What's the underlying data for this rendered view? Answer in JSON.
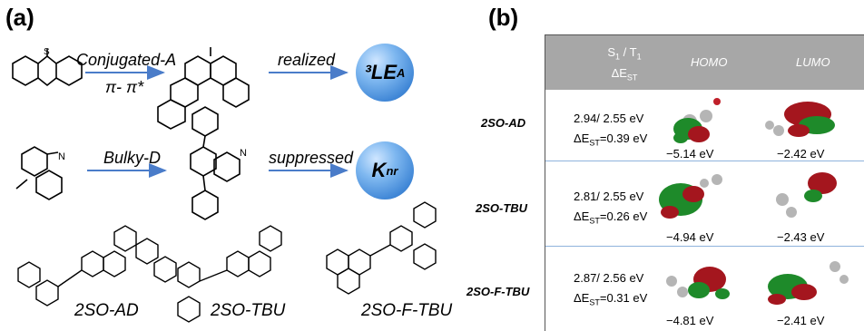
{
  "panels": {
    "a": "(a)",
    "b": "(b)"
  },
  "scheme": {
    "row1": {
      "arrow1_top": "Conjugated-A",
      "arrow1_bottom": "π- π*",
      "arrow2_top": "realized",
      "ball": "³LE",
      "ball_sub": "A"
    },
    "row2": {
      "arrow1_top": "Bulky-D",
      "arrow2_top": "suppressed",
      "ball": "K",
      "ball_sub": "nr"
    },
    "compounds": [
      "2SO-AD",
      "2SO-TBU",
      "2SO-F-TBU"
    ]
  },
  "table": {
    "header": {
      "col1_line1": "S",
      "col1_sub1": "1",
      "col1_mid": " / T",
      "col1_sub2": "1",
      "col1_line2": "ΔE",
      "col1_sub3": "ST",
      "col2": "HOMO",
      "col3": "LUMO"
    },
    "rows": [
      {
        "name": "2SO-AD",
        "s1t1": "2.94/ 2.55 eV",
        "dest_prefix": "ΔE",
        "dest_sub": "ST",
        "dest_val": "=0.39 eV",
        "homo": "−5.14 eV",
        "lumo": "−2.42 eV"
      },
      {
        "name": "2SO-TBU",
        "s1t1": "2.81/ 2.55 eV",
        "dest_prefix": "ΔE",
        "dest_sub": "ST",
        "dest_val": "=0.26 eV",
        "homo": "−4.94 eV",
        "lumo": "−2.43 eV"
      },
      {
        "name": "2SO-F-TBU",
        "s1t1": "2.87/ 2.56 eV",
        "dest_prefix": "ΔE",
        "dest_sub": "ST",
        "dest_val": "=0.31 eV",
        "homo": "−4.81 eV",
        "lumo": "−2.41 eV"
      }
    ]
  },
  "colors": {
    "arrow": "#4a7cc9",
    "header_bg": "#a7a7a7",
    "orbital_red": "#a4161e",
    "orbital_green": "#1e8a2a",
    "atom_grey": "#b5b5b5"
  }
}
